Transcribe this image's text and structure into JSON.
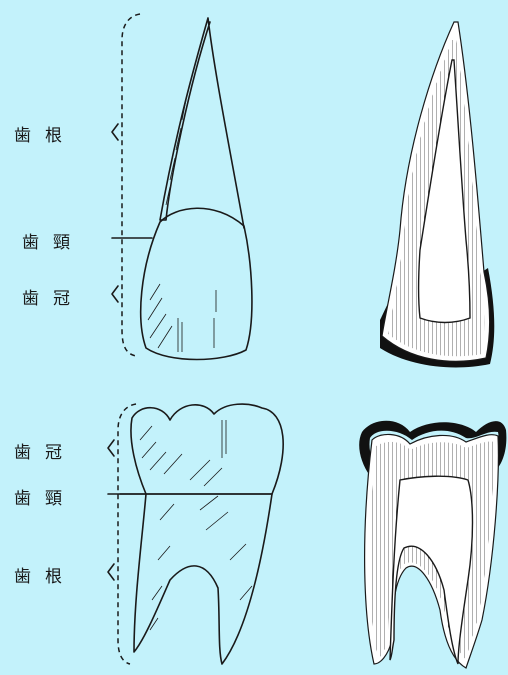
{
  "background_color": "#c3f2fb",
  "ink_color": "#1a1a1a",
  "upper": {
    "label_root": "歯根",
    "label_neck": "歯頸",
    "label_crown": "歯冠"
  },
  "lower": {
    "label_crown": "歯冠",
    "label_neck": "歯頸",
    "label_root": "歯根"
  }
}
